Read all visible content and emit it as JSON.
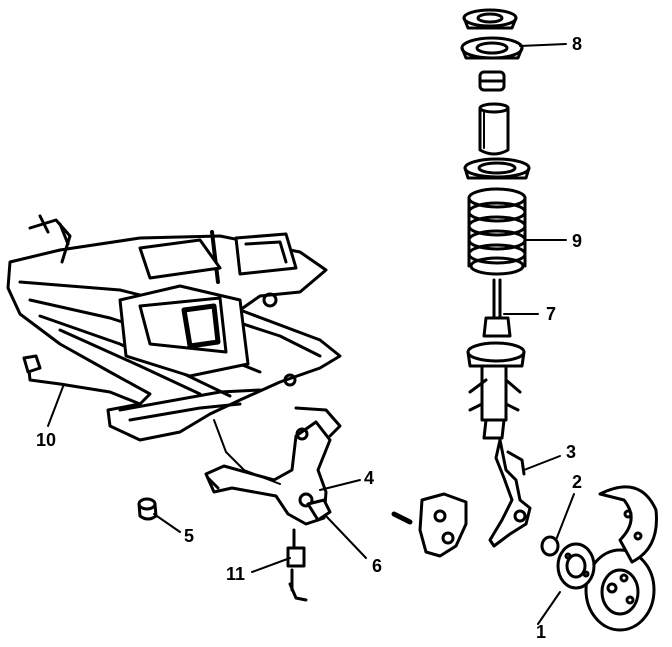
{
  "diagram": {
    "type": "exploded-parts-diagram",
    "subject": "front suspension assembly",
    "colors": {
      "ink": "#000000",
      "paper": "#ffffff"
    },
    "callouts": [
      {
        "id": "callout-1",
        "text": "1"
      },
      {
        "id": "callout-2",
        "text": "2"
      },
      {
        "id": "callout-3",
        "text": "3"
      },
      {
        "id": "callout-4",
        "text": "4"
      },
      {
        "id": "callout-5",
        "text": "5"
      },
      {
        "id": "callout-6",
        "text": "6"
      },
      {
        "id": "callout-7",
        "text": "7"
      },
      {
        "id": "callout-8",
        "text": "8"
      },
      {
        "id": "callout-9",
        "text": "9"
      },
      {
        "id": "callout-10",
        "text": "10"
      },
      {
        "id": "callout-11",
        "text": "11"
      }
    ]
  }
}
